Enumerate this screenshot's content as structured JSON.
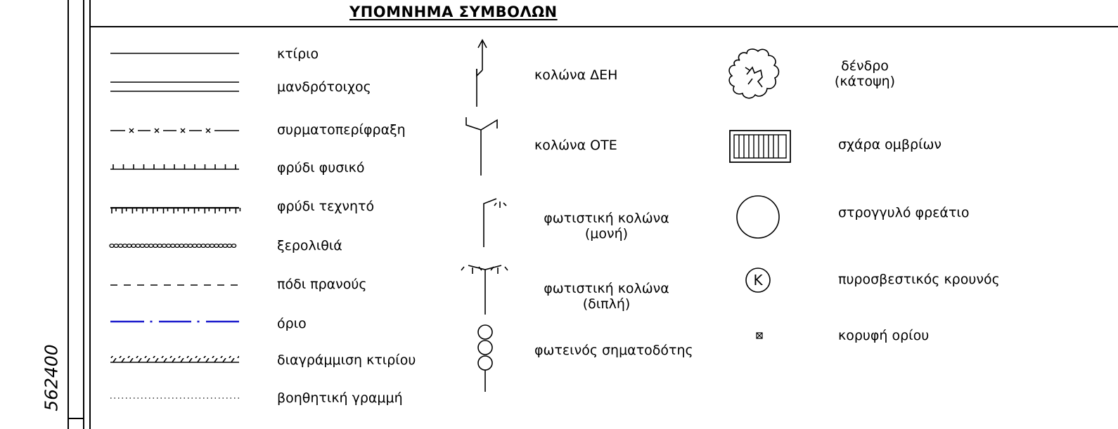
{
  "title": "ΥΠΟΜΝΗΜΑ ΣΥΜΒΟΛΩΝ",
  "coordinate": "562400",
  "boundary_color": "#1a1acc",
  "column1": [
    {
      "label": "κτίριο",
      "icon": "building-line"
    },
    {
      "label": "μανδρότοιχος",
      "icon": "wall-double-line"
    },
    {
      "label": "συρματοπερίφραξη",
      "icon": "wire-fence-line"
    },
    {
      "label": "φρύδι φυσικό",
      "icon": "natural-ridge-line"
    },
    {
      "label": "φρύδι τεχνητό",
      "icon": "artificial-ridge-line"
    },
    {
      "label": "ξερολιθιά",
      "icon": "drystone-wall-line"
    },
    {
      "label": "πόδι πρανούς",
      "icon": "slope-foot-dashed-line"
    },
    {
      "label": "όριο",
      "icon": "boundary-dash-dot-line"
    },
    {
      "label": "διαγράμμιση κτιρίου",
      "icon": "building-hatch-line"
    },
    {
      "label": "βοηθητική γραμμή",
      "icon": "auxiliary-dotted-line"
    }
  ],
  "column2": [
    {
      "label": "κολώνα ΔΕΗ",
      "icon": "power-pole-icon"
    },
    {
      "label": "κολώνα ΟΤΕ",
      "icon": "telecom-pole-icon"
    },
    {
      "label": "φωτιστική κολώνα",
      "label2": "(μονή)",
      "icon": "single-lamp-post-icon"
    },
    {
      "label": "φωτιστική κολώνα",
      "label2": "(διπλή)",
      "icon": "double-lamp-post-icon"
    },
    {
      "label": "φωτεινός σηματοδότης",
      "icon": "traffic-light-icon"
    }
  ],
  "column3": [
    {
      "label": "δένδρο",
      "label2": "(κάτοψη)",
      "icon": "tree-plan-icon"
    },
    {
      "label": "σχάρα ομβρίων",
      "icon": "storm-drain-grate-icon"
    },
    {
      "label": "στρογγυλό φρεάτιο",
      "icon": "round-manhole-icon"
    },
    {
      "label": "πυροσβεστικός κρουνός",
      "icon": "fire-hydrant-icon",
      "glyph": "K"
    },
    {
      "label": "κορυφή ορίου",
      "icon": "boundary-vertex-icon"
    }
  ]
}
